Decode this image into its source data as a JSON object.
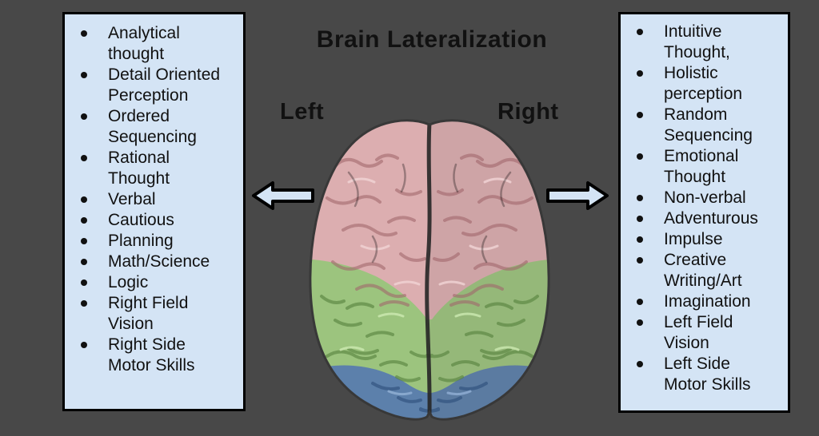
{
  "title": "Brain Lateralization",
  "hemisphere_labels": {
    "left": "Left",
    "right": "Right"
  },
  "left_box": {
    "items": [
      "Analytical\nthought",
      "Detail Oriented\nPerception",
      "Ordered\nSequencing",
      "Rational\nThought",
      "Verbal",
      "Cautious",
      "Planning",
      "Math/Science",
      "Logic",
      "Right Field\nVision",
      "Right Side\nMotor Skills"
    ]
  },
  "right_box": {
    "items": [
      "Intuitive\nThought,",
      "Holistic\nperception",
      "Random\nSequencing",
      "Emotional\nThought",
      "Non-verbal",
      "Adventurous",
      "Impulse",
      "Creative\nWriting/Art",
      "Imagination",
      "Left Field\nVision",
      "Left Side\nMotor Skills"
    ]
  },
  "colors": {
    "background": "#484848",
    "box_fill": "#d4e4f5",
    "box_border": "#000000",
    "arrow_fill": "#d4e4f5",
    "text": "#111111",
    "brain_pink": "#dcaeb0",
    "brain_green": "#9cc47e",
    "brain_blue": "#5c80ab"
  }
}
